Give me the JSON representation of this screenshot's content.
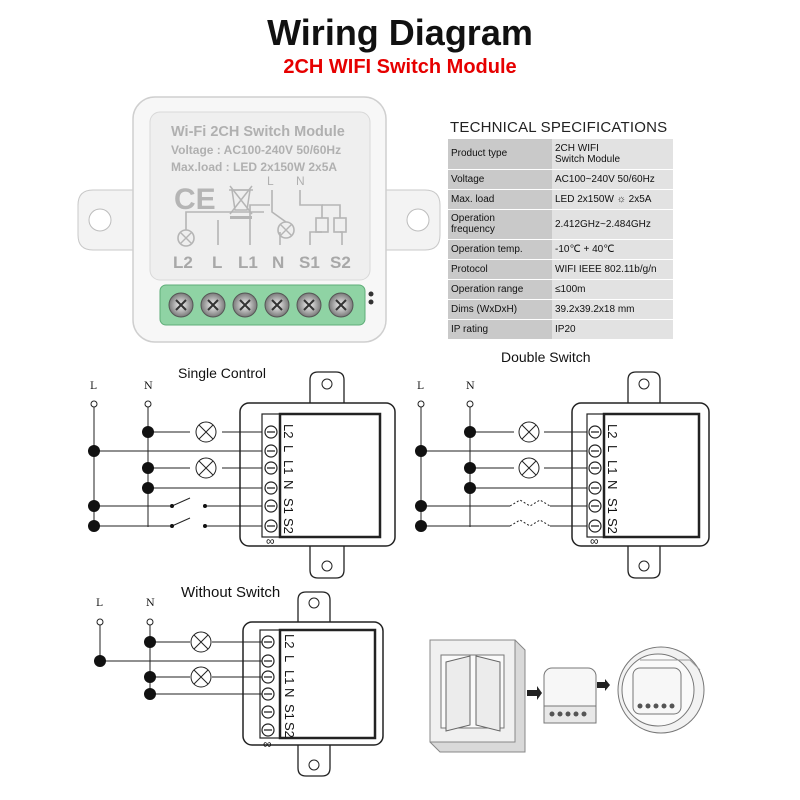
{
  "header": {
    "title": "Wiring Diagram",
    "subtitle": "2CH WIFI Switch Module"
  },
  "module": {
    "name": "Wi-Fi 2CH Switch Module",
    "voltage": "Voltage : AC100-240V 50/60Hz",
    "maxload": "Max.load : LED 2x150W 2x5A",
    "ce_mark": "CE",
    "top_terminals": [
      "L",
      "N"
    ],
    "terminals": [
      "L2",
      "L",
      "L1",
      "N",
      "S1",
      "S2"
    ]
  },
  "specs": {
    "title": "TECHNICAL SPECIFICATIONS",
    "rows": [
      {
        "key": "Product type",
        "value": "2CH WIFI\nSwitch Module"
      },
      {
        "key": "Voltage",
        "value": "AC100~240V 50/60Hz"
      },
      {
        "key": "Max. load",
        "value": "LED 2x150W ☼ 2x5A"
      },
      {
        "key": "Operation\nfrequency",
        "value": "2.412GHz~2.484GHz"
      },
      {
        "key": "Operation temp.",
        "value": "-10℃ + 40℃"
      },
      {
        "key": "Protocol",
        "value": "WIFI  IEEE 802.11b/g/n"
      },
      {
        "key": "Operation range",
        "value": "≤100m"
      },
      {
        "key": "Dims (WxDxH)",
        "value": "39.2x39.2x18 mm"
      },
      {
        "key": "IP rating",
        "value": "IP20"
      }
    ]
  },
  "diagrams": {
    "single_control": "Single Control",
    "double_switch": "Double Switch",
    "without_switch": "Without Switch",
    "line_label": "L",
    "neutral_label": "N",
    "terminal_labels": [
      "L2",
      "L",
      "L1",
      "N",
      "S1",
      "S2"
    ],
    "inf_symbol": "∞"
  }
}
